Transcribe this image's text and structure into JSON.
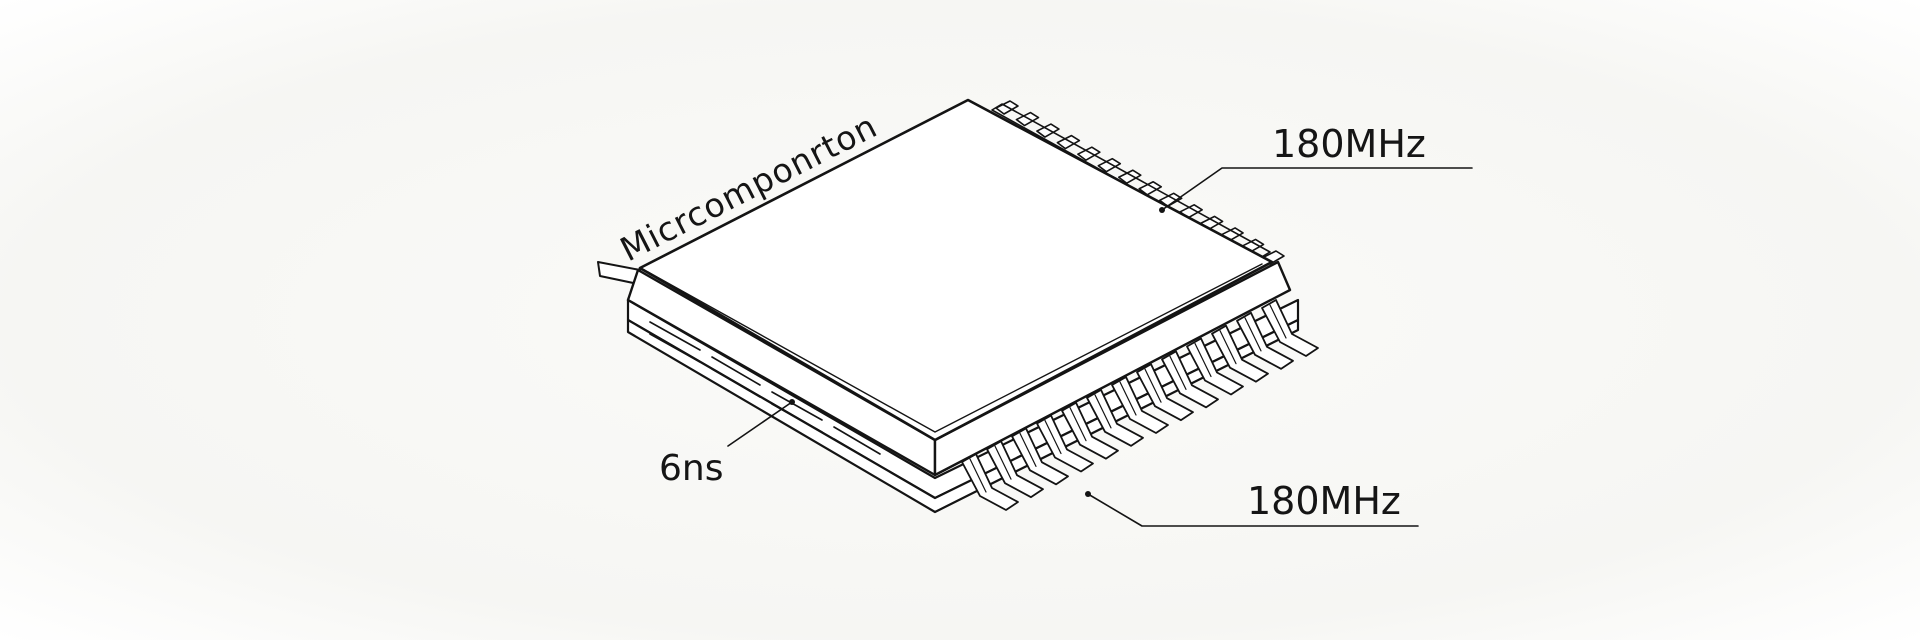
{
  "diagram": {
    "chip_marking": "Micrcomponrton",
    "callouts": [
      {
        "id": "top",
        "text": "180MHz"
      },
      {
        "id": "bottom",
        "text": "180MHz"
      },
      {
        "id": "left",
        "text": "6ns"
      }
    ]
  },
  "colors": {
    "ink": "#141414",
    "background": "#f6f6f3"
  }
}
